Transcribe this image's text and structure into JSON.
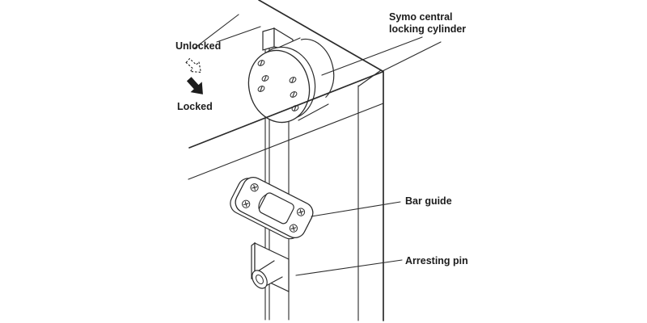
{
  "diagram": {
    "type": "technical-illustration",
    "subject": "furniture central locking mechanism on cabinet side panel",
    "colors": {
      "line": "#2b2b2b",
      "text": "#1c1c1c",
      "background": "#ffffff"
    },
    "annotations": {
      "state_unlocked": "Unlocked",
      "state_locked": "Locked",
      "cylinder_line1": "Symo central",
      "cylinder_line2": "locking cylinder",
      "bar_guide": "Bar guide",
      "arresting_pin": "Arresting pin"
    },
    "icons": {
      "unlocked_arrow": "dashed outline arrow pointing down-right",
      "locked_arrow": "solid black arrow pointing down-right"
    }
  }
}
